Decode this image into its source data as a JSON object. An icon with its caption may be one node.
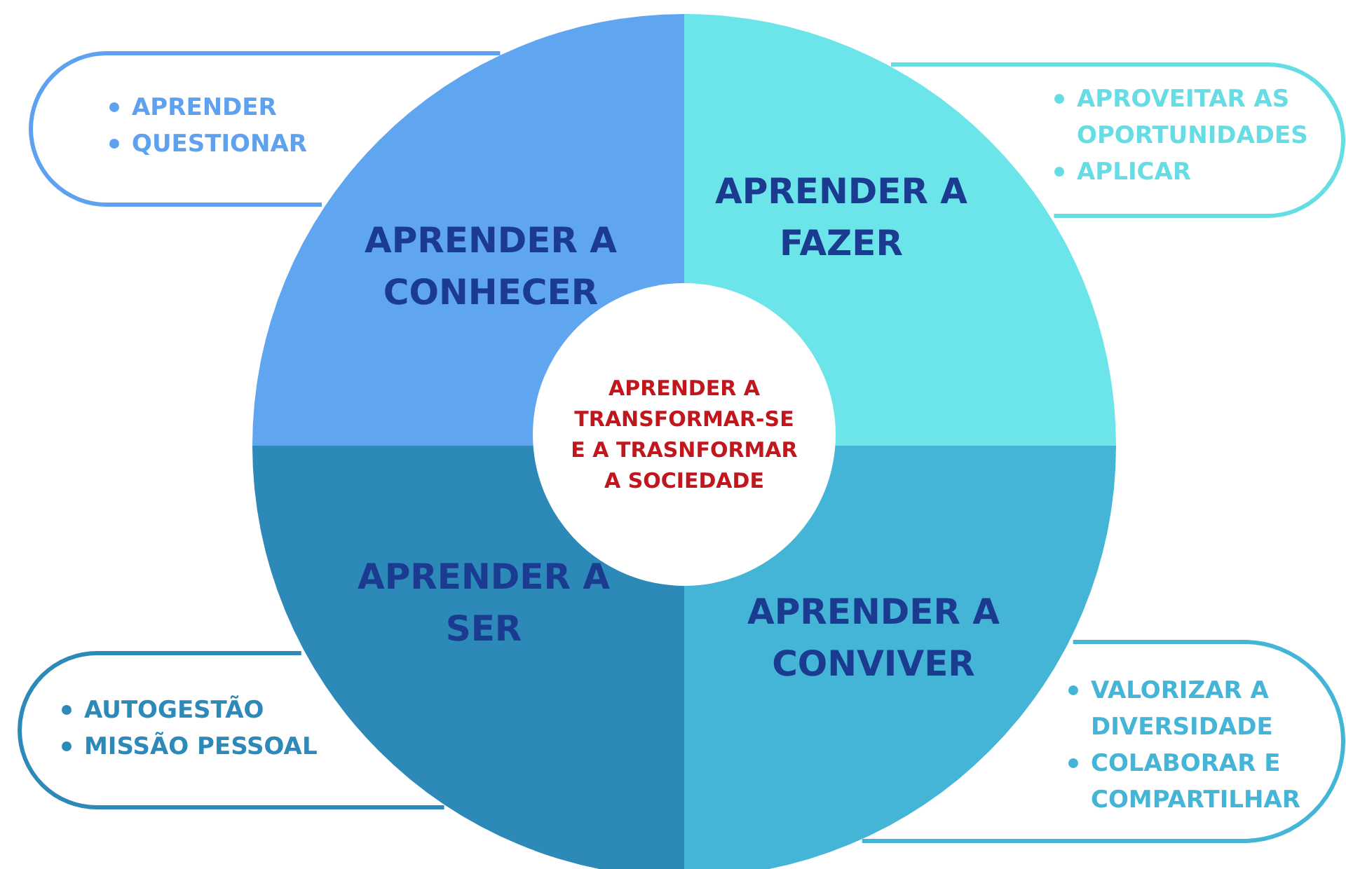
{
  "diagram": {
    "nodes": [
      {
        "text": [
          "APRENDER",
          "QUESTIONAR"
        ]
      },
      {
        "text": [
          "APROVEITAR AS OPORTUNIDADES",
          "APLICAR"
        ]
      },
      {
        "text": [
          "APRENDER A CONHECER"
        ]
      },
      {
        "text": [
          "APRENDER A FAZER"
        ]
      },
      {
        "text": [
          "APRENDER A TRANSFORMAR-SE E A TRASNFORMAR A SOCIEDADE"
        ]
      },
      {
        "text": [
          "APRENDER A SER"
        ]
      },
      {
        "text": [
          "APRENDER A CONVIVER"
        ]
      },
      {
        "text": [
          "AUTOGESTÃO",
          "MISSÃO PESSOAL"
        ]
      },
      {
        "text": [
          "VALORIZAR A DIVERSIDADE",
          "COLABORAR E COMPARTILHAR"
        ]
      }
    ],
    "edges": []
  }
}
